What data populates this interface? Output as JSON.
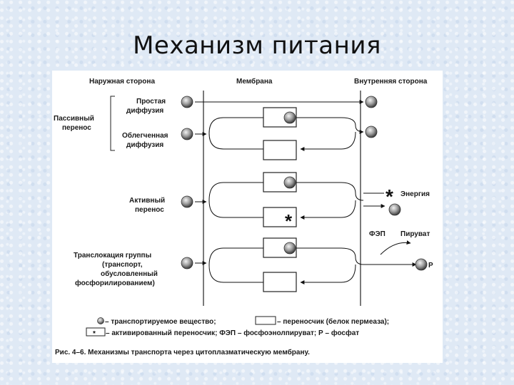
{
  "slide": {
    "title": "Механизм питания"
  },
  "figure": {
    "headers": {
      "outer": "Наружная сторона",
      "membrane": "Мембрана",
      "inner": "Внутренняя сторона"
    },
    "passive": {
      "group_line1": "Пассивный",
      "group_line2": "перенос",
      "simple_line1": "Простая",
      "simple_line2": "диффузия",
      "facilitated_line1": "Облегченная",
      "facilitated_line2": "диффузия"
    },
    "active": {
      "line1": "Активный",
      "line2": "перенос"
    },
    "translocation": {
      "line1": "Транслокация группы",
      "line2": "(транспорт,",
      "line3": "обусловленный",
      "line4": "фосфорилированием)"
    },
    "right_labels": {
      "energy": "Энергия",
      "pep": "ФЭП",
      "pyruvate": "Пируват",
      "p": "P"
    },
    "asterisk": "*",
    "legend": {
      "row1_a": "– транспортируемое вещество;",
      "row1_b": "– переносчик (белок пермеаза);",
      "row2": "– активированный переносчик;  ФЭП – фосфоэнолпируват; Р – фосфат"
    },
    "caption": "Рис. 4–6. Механизмы транспорта через цитоплазматическую мембрану."
  }
}
